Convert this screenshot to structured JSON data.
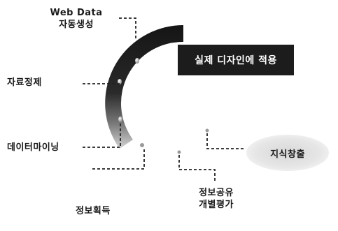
{
  "labels": {
    "auto_generation_line1": "Web Data",
    "auto_generation_line2": "자동생성",
    "data_cleansing": "자료정제",
    "data_mining": "데이터마이닝",
    "info_acquisition": "정보획득",
    "info_sharing_line1": "정보공유",
    "info_sharing_line2": "개별평가",
    "real_design": "실제 디자인에 적용",
    "knowledge_creation": "지식창출"
  },
  "colors": {
    "arc_dark": "#151515",
    "arc_light": "#d4d4d4",
    "callout_bg": "#1c1c1c",
    "leader_line": "#222222"
  }
}
